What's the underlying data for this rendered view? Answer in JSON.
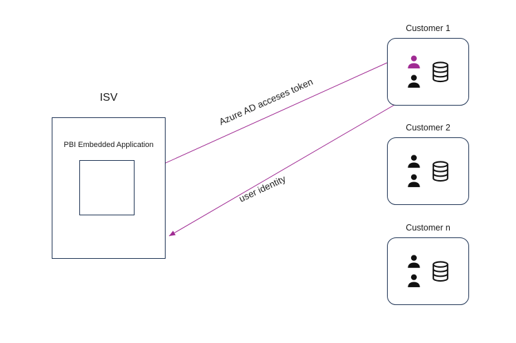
{
  "isv": {
    "title": "ISV",
    "app_label": "PBI Embedded Application"
  },
  "customers": [
    {
      "label": "Customer 1"
    },
    {
      "label": "Customer 2"
    },
    {
      "label": "Customer n"
    }
  ],
  "arrows": [
    {
      "label": "Azure AD acceses token"
    },
    {
      "label": "user identity"
    }
  ],
  "colors": {
    "outline": "#1e3354",
    "accent": "#a02b93",
    "icon": "#111111"
  }
}
